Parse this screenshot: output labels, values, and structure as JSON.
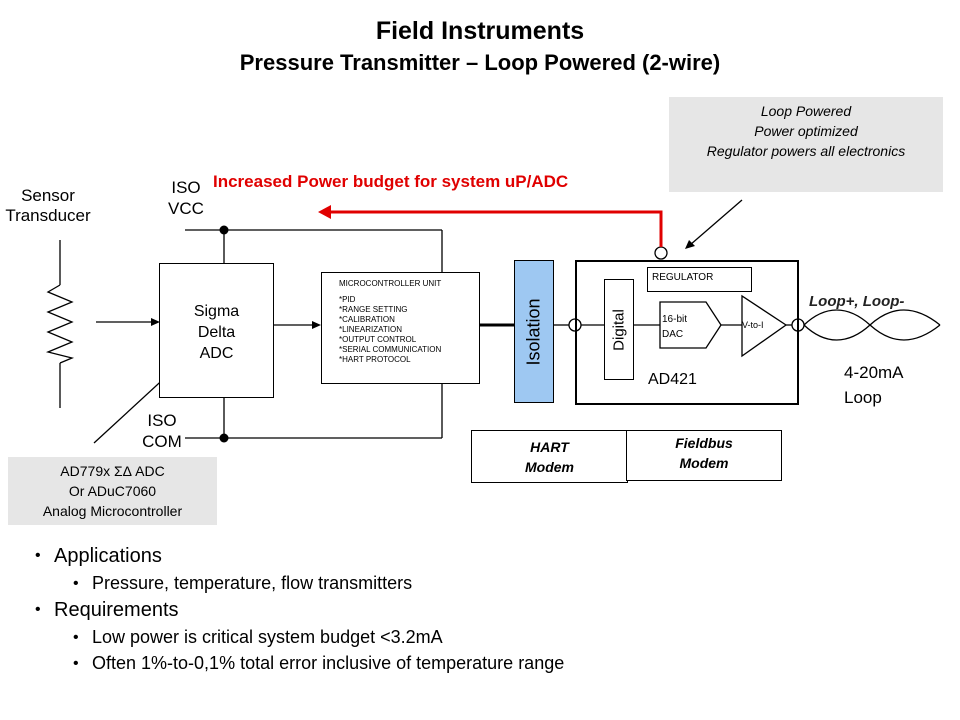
{
  "title": "Field Instruments",
  "subtitle": "Pressure Transmitter – Loop Powered (2-wire)",
  "callout_top": [
    "Loop Powered",
    "Power optimized",
    "Regulator  powers all electronics"
  ],
  "callout_bottom": [
    "AD779x ΣΔ ADC",
    "Or ADuC7060",
    "Analog Microcontroller"
  ],
  "power_budget_label": "Increased Power budget for system uP/ADC",
  "sensor_label": [
    "Sensor",
    "Transducer"
  ],
  "iso_vcc": [
    "ISO",
    "VCC"
  ],
  "iso_com": [
    "ISO",
    "COM"
  ],
  "adc_label": [
    "Sigma",
    "Delta",
    "ADC"
  ],
  "mcu": {
    "title": "MICROCONTROLLER UNIT",
    "items": [
      "*PID",
      "*RANGE SETTING",
      "*CALIBRATION",
      "*LINEARIZATION",
      "*OUTPUT CONTROL",
      "*SERIAL COMMUNICATION",
      "*HART PROTOCOL"
    ]
  },
  "isolation_label": "Isolation",
  "ad421": {
    "name": "AD421",
    "regulator": "REGULATOR",
    "digital": "Digital",
    "dac": [
      "16-bit",
      "DAC"
    ],
    "vtoi": "V-to-I"
  },
  "loop_terminals": "Loop+,  Loop-",
  "loop_current": [
    "4-20mA",
    "Loop"
  ],
  "hart_modem": [
    "HART",
    "Modem"
  ],
  "fieldbus_modem": [
    "Fieldbus",
    "Modem"
  ],
  "bullets": [
    {
      "text": "Applications",
      "sub": [
        "Pressure, temperature, flow transmitters"
      ]
    },
    {
      "text": "Requirements",
      "sub": [
        "Low power is critical system budget <3.2mA",
        "Often 1%-to-0,1% total error inclusive of temperature range"
      ]
    }
  ],
  "colors": {
    "accent_red": "#e00000",
    "isolation_blue": "#9ec8f2",
    "callout_gray": "#e6e6e6"
  }
}
